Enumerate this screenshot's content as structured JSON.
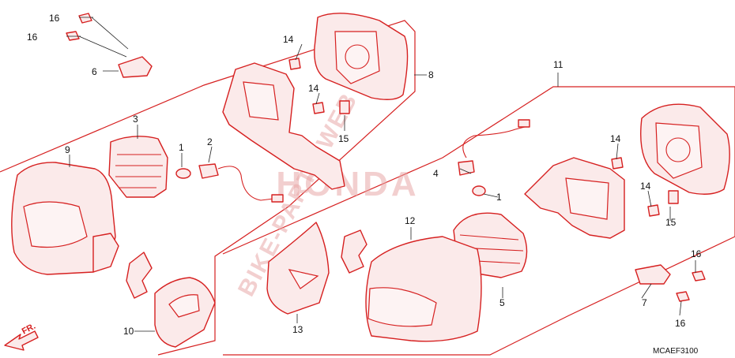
{
  "watermark": {
    "brand": "HONDA",
    "site": "BIKE-PARTS.WEB"
  },
  "diagram_code": "MCAEF3100",
  "direction_label": "FR.",
  "callouts": {
    "c1a": "1",
    "c1b": "1",
    "c2": "2",
    "c3": "3",
    "c4": "4",
    "c5": "5",
    "c6": "6",
    "c7": "7",
    "c8": "8",
    "c9": "9",
    "c10": "10",
    "c11": "11",
    "c12": "12",
    "c13": "13",
    "c14a": "14",
    "c14b": "14",
    "c14c": "14",
    "c14d": "14",
    "c15a": "15",
    "c15b": "15",
    "c16a": "16",
    "c16b": "16",
    "c16c": "16",
    "c16d": "16"
  }
}
